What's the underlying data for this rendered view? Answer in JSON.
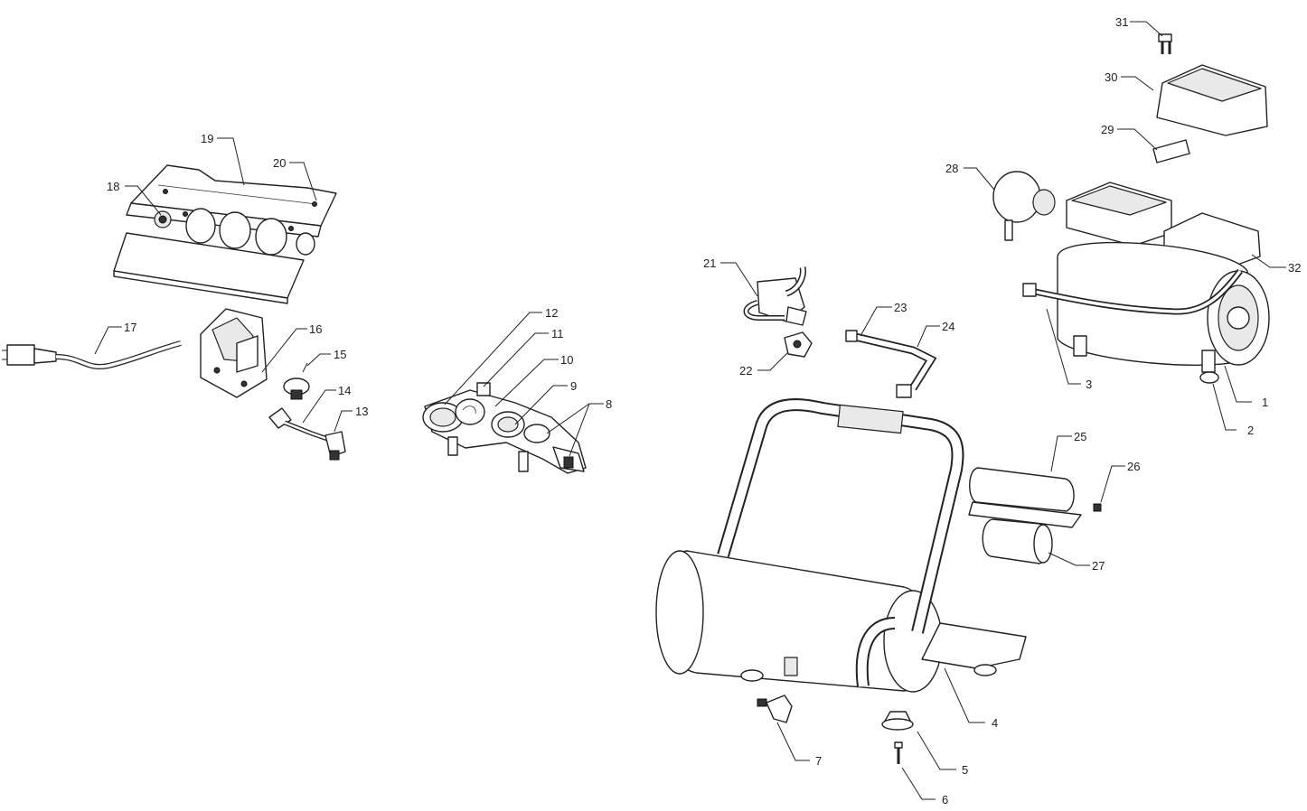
{
  "parts": [
    {
      "id": "1",
      "label": "1"
    },
    {
      "id": "2",
      "label": "2"
    },
    {
      "id": "3",
      "label": "3"
    },
    {
      "id": "4",
      "label": "4"
    },
    {
      "id": "5",
      "label": "5"
    },
    {
      "id": "6",
      "label": "6"
    },
    {
      "id": "7",
      "label": "7"
    },
    {
      "id": "8",
      "label": "8"
    },
    {
      "id": "9",
      "label": "9"
    },
    {
      "id": "10",
      "label": "10"
    },
    {
      "id": "11",
      "label": "11"
    },
    {
      "id": "12",
      "label": "12"
    },
    {
      "id": "13",
      "label": "13"
    },
    {
      "id": "14",
      "label": "14"
    },
    {
      "id": "15",
      "label": "15"
    },
    {
      "id": "16",
      "label": "16"
    },
    {
      "id": "17",
      "label": "17"
    },
    {
      "id": "18",
      "label": "18"
    },
    {
      "id": "19",
      "label": "19"
    },
    {
      "id": "20",
      "label": "20"
    },
    {
      "id": "21",
      "label": "21"
    },
    {
      "id": "22",
      "label": "22"
    },
    {
      "id": "23",
      "label": "23"
    },
    {
      "id": "24",
      "label": "24"
    },
    {
      "id": "25",
      "label": "25"
    },
    {
      "id": "26",
      "label": "26"
    },
    {
      "id": "27",
      "label": "27"
    },
    {
      "id": "28",
      "label": "28"
    },
    {
      "id": "29",
      "label": "29"
    },
    {
      "id": "30",
      "label": "30"
    },
    {
      "id": "31",
      "label": "31"
    },
    {
      "id": "32",
      "label": "32"
    }
  ]
}
